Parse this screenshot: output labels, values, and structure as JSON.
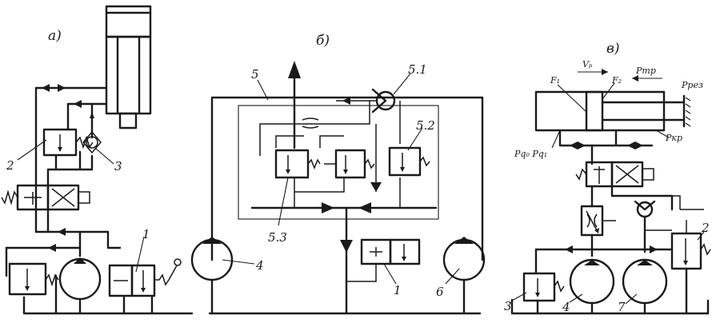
{
  "diagrams": {
    "a": {
      "title": "а)",
      "labels": {
        "l1": "1",
        "l2": "2",
        "l3": "3"
      }
    },
    "b": {
      "title": "б)",
      "labels": {
        "l5": "5",
        "l51": "5.1",
        "l52": "5.2",
        "l53": "5.3",
        "l4": "4",
        "l6": "6",
        "l1": "1"
      }
    },
    "v": {
      "title": "в)",
      "labels": {
        "f1": "F₁",
        "vp": "Vₚ",
        "f2": "F₂",
        "ptr": "Pтр",
        "prez": "Pрез",
        "pkr": "Pкр",
        "pq": "Pq₀ Pq₁",
        "l2": "2",
        "l3": "3",
        "l4": "4",
        "l7": "7"
      }
    }
  },
  "colors": {
    "ink": "#1a1a1a",
    "paper": "#ffffff"
  }
}
